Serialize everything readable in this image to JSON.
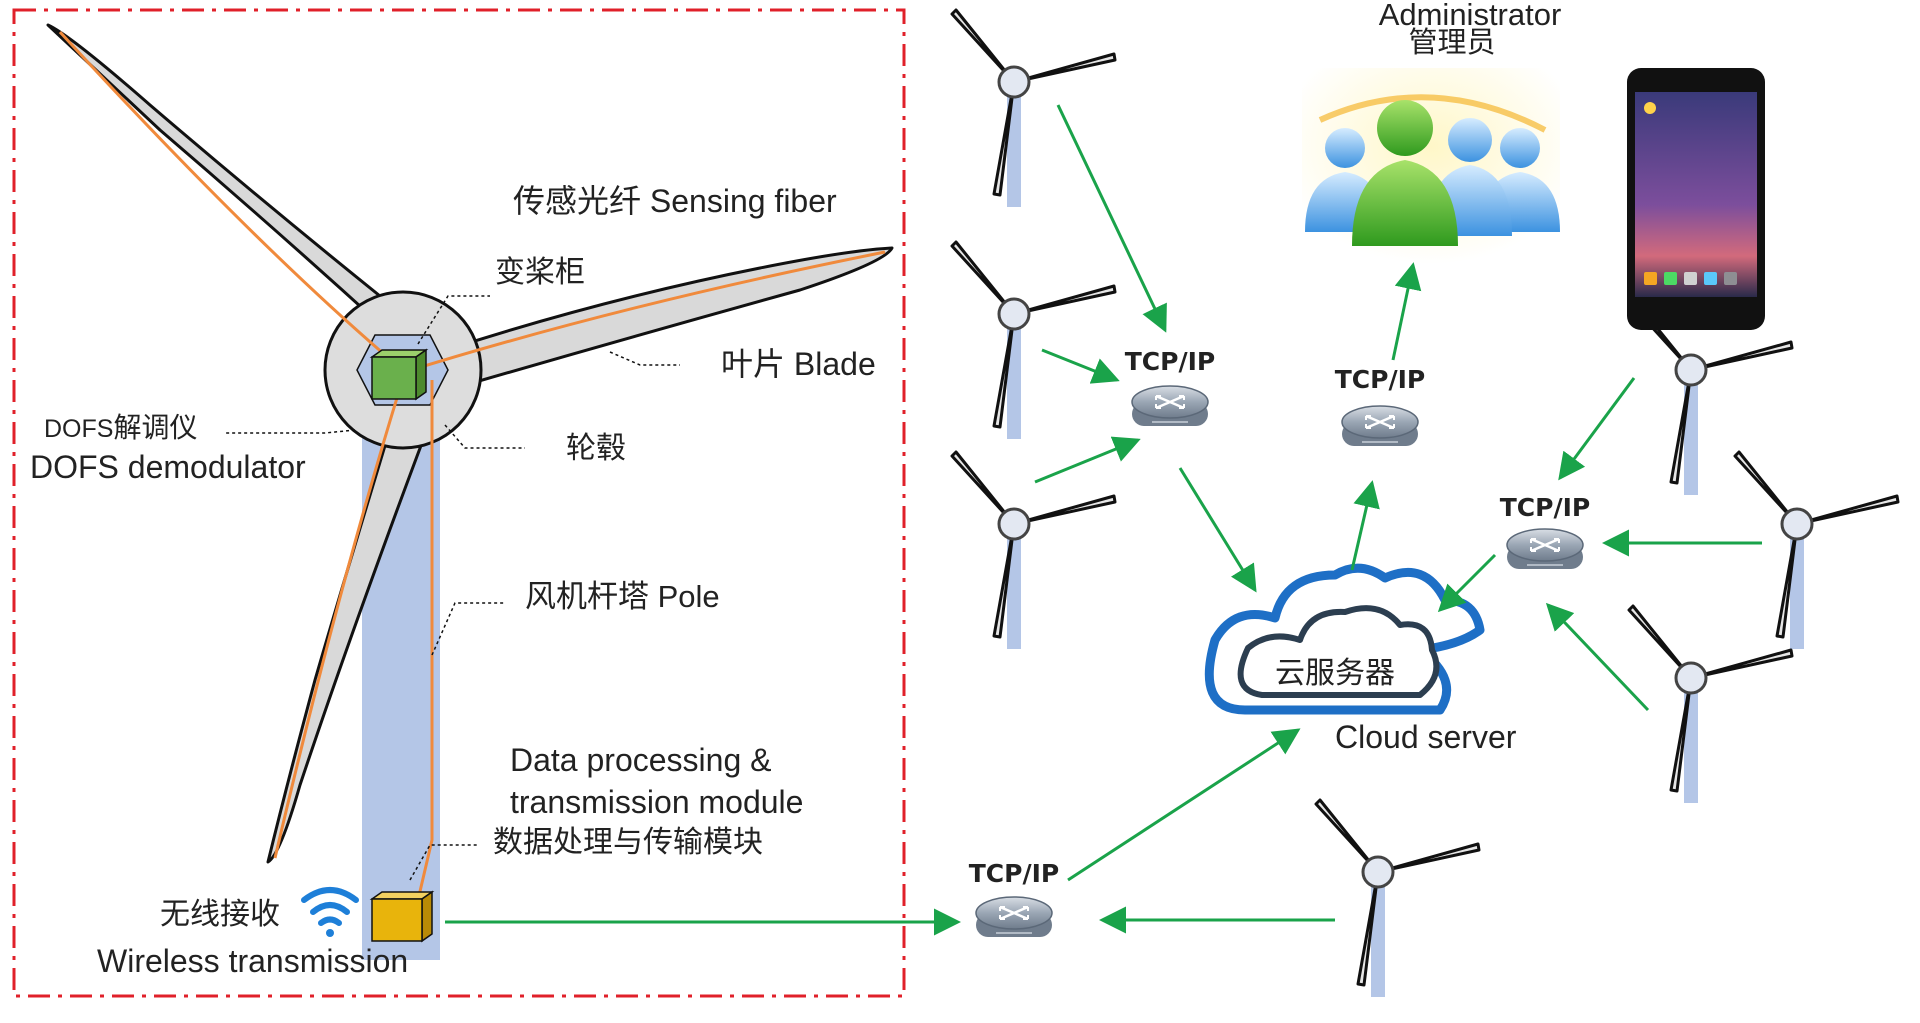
{
  "labels": {
    "sensing_fiber": "传感光纤 Sensing fiber",
    "pitch_cabinet": "变桨柜",
    "blade": "叶片 Blade",
    "hub": "轮毂",
    "demod_cn_prefix": "DOFS",
    "demod_cn_suffix": "解调仪",
    "demod_en": "DOFS demodulator",
    "pole": "风机杆塔 Pole",
    "dpm_en_line1": "Data processing &",
    "dpm_en_line2": "transmission module",
    "dpm_cn": "数据处理与传输模块",
    "wireless_cn": "无线接收",
    "wireless_en": "Wireless transmission",
    "admin_en": "Administrator",
    "admin_cn": "管理员",
    "cloud_cn": "云服务器",
    "cloud_en": "Cloud server"
  },
  "routers": [
    {
      "id": "left",
      "label": "TCP/IP"
    },
    {
      "id": "center",
      "label": "TCP/IP"
    },
    {
      "id": "right",
      "label": "TCP/IP"
    },
    {
      "id": "bottom",
      "label": "TCP/IP"
    }
  ],
  "colors": {
    "frame": "#e0202a",
    "arrow": "#1aa34a",
    "fiber": "#f08a3c",
    "blade": "#d9d9d9",
    "pole": "#b4c6e7",
    "demodulator": "#6ab04c",
    "module": "#e8b40c",
    "wifi": "#1e7fd8",
    "cloud": "#1e6fc6",
    "router": "#8a98a8"
  },
  "icons": {
    "router": "router-icon",
    "cloud": "cloud-icon",
    "wifi": "wifi-icon",
    "admin": "administrator-group-icon",
    "phone": "smartphone-icon",
    "turbine": "wind-turbine-icon"
  }
}
